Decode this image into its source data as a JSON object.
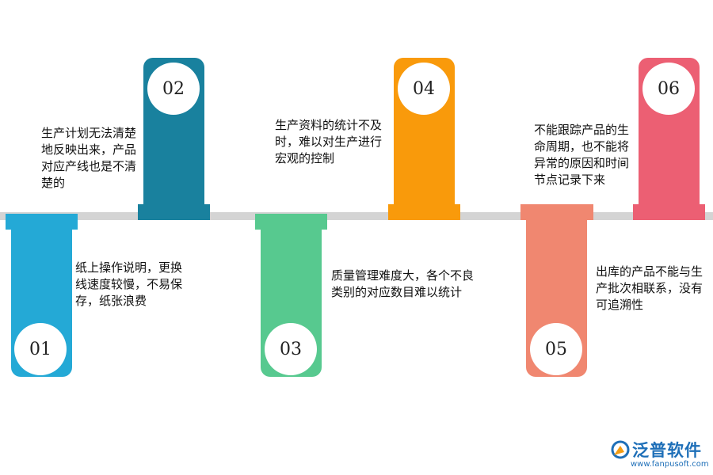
{
  "steps": [
    {
      "number": "01",
      "color": "#24a9d6",
      "text": "纸上操作说明，更换线速度较慢，不易保存，纸张浪费"
    },
    {
      "number": "02",
      "color": "#19819e",
      "text": "生产计划无法清楚地反映出来，产品对应产线也是不清楚的"
    },
    {
      "number": "03",
      "color": "#57c98f",
      "text": "质量管理难度大，各个不良类别的对应数目难以统计"
    },
    {
      "number": "04",
      "color": "#f99a0b",
      "text": "生产资料的统计不及时，难以对生产进行宏观的控制"
    },
    {
      "number": "05",
      "color": "#f08770",
      "text": "出库的产品不能与生产批次相联系，没有可追溯性"
    },
    {
      "number": "06",
      "color": "#ec5f73",
      "text": "不能跟踪产品的生命周期，也不能将异常的原因和时间节点记录下来"
    }
  ],
  "logo": {
    "name": "泛普软件",
    "url": "www.fanpusoft.com",
    "brand_color": "#1e6fb8"
  }
}
